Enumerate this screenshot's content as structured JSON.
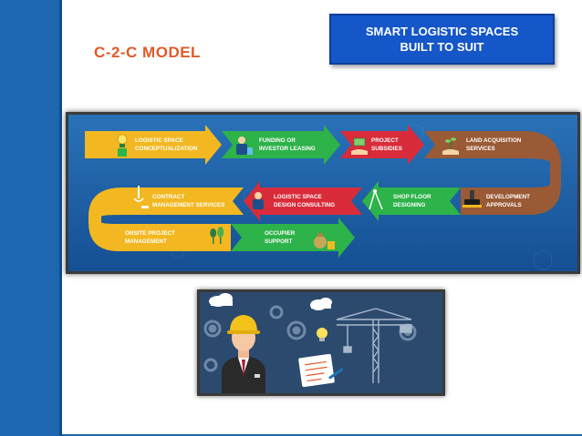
{
  "slide": {
    "title": "C-2-C MODEL",
    "badge_line1": "SMART LOGISTIC SPACES",
    "badge_line2": "BUILT TO SUIT"
  },
  "flow": {
    "steps": [
      {
        "line1": "LOGISTIC SPACE",
        "line2": "CONCEPTUALIZATION",
        "color": "#f3b821"
      },
      {
        "line1": "FUNDING OR",
        "line2": "INVESTOR LEASING",
        "color": "#2eb24a"
      },
      {
        "line1": "PROJECT",
        "line2": "SUBSIDIES",
        "color": "#d92b3a"
      },
      {
        "line1": "LAND ACQUISITION",
        "line2": "SERVICES",
        "color": "#9a5a35"
      },
      {
        "line1": "DEVELOPMENT",
        "line2": "APPROVALS",
        "color": "#9a5a35"
      },
      {
        "line1": "SHOP FLOOR",
        "line2": "DESIGNING",
        "color": "#2eb24a"
      },
      {
        "line1": "LOGISTIC SPACE",
        "line2": "DESIGN CONSULTING",
        "color": "#d92b3a"
      },
      {
        "line1": "CONTRACT",
        "line2": "MANAGEMENT SERVICES",
        "color": "#f3b821"
      },
      {
        "line1": "ONSITE PROJECT",
        "line2": "MANAGEMENT",
        "color": "#f3b821"
      },
      {
        "line1": "OCCUPIER",
        "line2": "SUPPORT",
        "color": "#2eb24a"
      }
    ]
  },
  "colors": {
    "side_bar": "#1e67b0",
    "title": "#e05a2a",
    "badge": "#1556c8",
    "flow_background": "#1a5fa8"
  },
  "icons": [
    "lightbulb-icon",
    "investor-icon",
    "money-hand-icon",
    "plant-hand-icon",
    "stamp-icon",
    "drafting-compass-icon",
    "architect-icon",
    "crane-icon",
    "trees-icon",
    "money-bag-icon",
    "engineer-avatar-icon",
    "gear-icon",
    "cloud-icon",
    "tower-crane-icon",
    "blueprint-icon"
  ]
}
